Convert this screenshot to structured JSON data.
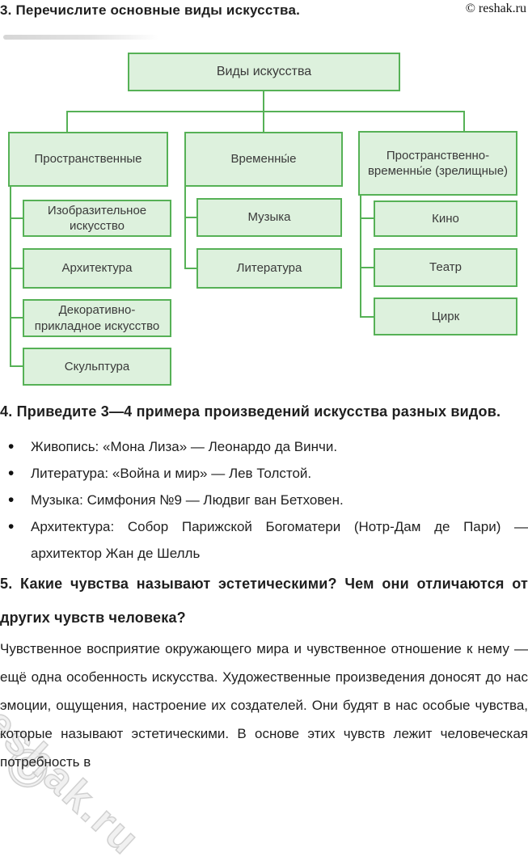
{
  "header": {
    "question3_title": "3. Перечислите основные виды искусства.",
    "copyright": "© reshak.ru"
  },
  "diagram": {
    "root": "Виды искусства",
    "columns": [
      {
        "header": "Пространственные",
        "children": [
          "Изобразительное искусство",
          "Архитектура",
          "Декоративно-прикладное искусство",
          "Скульптура"
        ]
      },
      {
        "header": "Временны́е",
        "children": [
          "Музыка",
          "Литература"
        ]
      },
      {
        "header": "Пространственно-временны́е (зрелищные)",
        "children": [
          "Кино",
          "Театр",
          "Цирк"
        ]
      }
    ],
    "box_fill_color": "#ddf1dd",
    "box_border_color": "#56b156"
  },
  "question4": {
    "title": "4. Приведите 3—4 примера произведений искусства разных видов.",
    "items": [
      "Живопись: «Мона Лиза» — Леонардо да Винчи.",
      "Литература: «Война и мир» — Лев Толстой.",
      "Музыка: Симфония №9 — Людвиг ван Бетховен.",
      "Архитектура: Собор Парижской Богоматери (Нотр-Дам де Пари) — архитектор Жан де Шелль"
    ]
  },
  "question5": {
    "title": "5. Какие чувства называют эстетическими? Чем они отличаются от других чувств человека?",
    "answer": "Чувственное восприятие окружающего мира и чувственное отношение к нему — ещё одна особенность искусства. Художественные произведения доносят до нас эмоции, ощущения, настроение их создателей. Они будят в нас особые чувства, которые называют эстетическими. В основе этих чувств лежит человеческая потребность в"
  },
  "watermark": {
    "symbol": "©",
    "text": "reshak.ru"
  }
}
